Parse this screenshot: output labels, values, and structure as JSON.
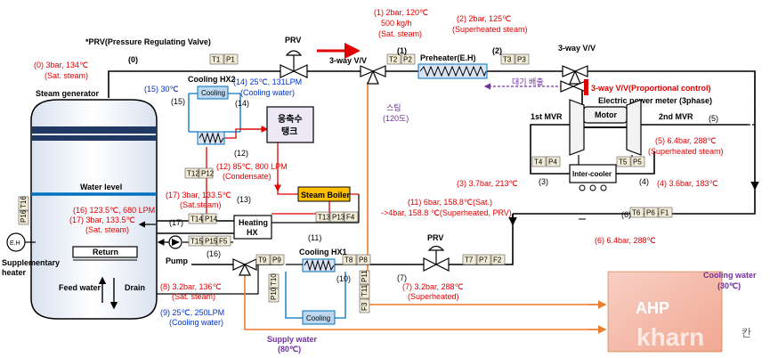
{
  "title": "*PRV(Pressure Regulating Valve)",
  "components": {
    "steam_generator": "Steam generator",
    "water_level": "Water level",
    "return": "Return",
    "eh": "E.H",
    "supplementary_heater": "Supplementary heater",
    "feed_water": "Feed water",
    "drain": "Drain",
    "pump": "Pump",
    "cooling_hx2": "Cooling HX2",
    "cooling_top": "Cooling",
    "condensate_tank_1": "응축수",
    "condensate_tank_2": "탱크",
    "steam_boiler": "Steam Boiler",
    "heating_hx_1": "Heating",
    "heating_hx_2": "HX",
    "cooling_hx1": "Cooling HX1",
    "cooling_bottom": "Cooling",
    "prv_top": "PRV",
    "prv_bottom": "PRV",
    "three_way_1": "3-way V/V",
    "three_way_2": "3-way V/V",
    "three_way_prop": "3-way V/V(Proportional control)",
    "preheater": "Preheater(E.H)",
    "power_meter": "Electric power meter (3phase)",
    "motor": "Motor",
    "first_mvr": "1st MVR",
    "second_mvr": "2nd MVR",
    "intercooler": "Inter-cooler",
    "exhaust": "대기 배출",
    "ahp": "AHP",
    "supply_water_1": "Supply water",
    "supply_water_2": "(80℃)",
    "cooling_water_1": "Cooling water",
    "cooling_water_2": "(30℃)",
    "steam_note_1": "스팀",
    "steam_note_2": "(120도)",
    "watermark": "kharn",
    "watermark_kan": "칸"
  },
  "states": {
    "s0_a": "(0) 3bar, 134℃",
    "s0_b": "(Sat. steam)",
    "s0_num": "(0)",
    "s1_a": "(1) 2bar, 120℃",
    "s1_b": "500 kg/h",
    "s1_c": "(Sat. steam)",
    "s1_num": "(1)",
    "s2_a": "(2) 2bar, 125℃",
    "s2_b": "(Superheated steam)",
    "s2_num": "(2)",
    "s3": "(3) 3.7bar, 213℃",
    "s3_num": "(3)",
    "s4": "(4) 3.6bar, 183℃",
    "s4_num": "(4)",
    "s5_a": "(5) 6.4bar, 288℃",
    "s5_b": "(Superheated steam)",
    "s5_num": "(5)",
    "s6": "(6) 6.4bar, 288℃",
    "s6_num": "(6)",
    "s7_a": "(7) 3.2bar, 288℃",
    "s7_b": "(Superheated)",
    "s7_num": "(7)",
    "s8_a": "(8) 3.2bar, 136℃",
    "s8_b": "(Sat. steam)",
    "s9_a": "(9) 25℃, 250LPM",
    "s9_b": "(Cooling water)",
    "s10_num": "(10)",
    "s11_a": "(11) 6bar, 158.8℃(Sat.)",
    "s11_b": "->4bar, 158.8 ℃(Superheated, PRV)",
    "s11_num": "(11)",
    "s12_a": "(12) 85℃, 800 LPM",
    "s12_b": "(Condensate)",
    "s12_num": "(12)",
    "s13_num": "(13)",
    "s14_a": "(14) 25℃, 131LPM",
    "s14_b": "(Cooling water)",
    "s14_num": "(14)",
    "s15_a": "(15) 30℃",
    "s15_num": "(15)",
    "s16_a": "(16) 123.5℃, 680 LPM",
    "s16_num": "(16)",
    "s17_a": "(17) 3bar, 133.5℃",
    "s17_b": "(Sat.steam)",
    "s17_num": "(17)",
    "s1617_a": "(16) 123.5℃, 680 LPM",
    "s1617_b": "(17) 3bar, 133.5℃",
    "s1617_c": "(Sat. steam)"
  },
  "sensors": {
    "T1": "T1",
    "P1": "P1",
    "T2": "T2",
    "P2": "P2",
    "T3": "T3",
    "P3": "P3",
    "T4": "T4",
    "P4": "P4",
    "T5": "T5",
    "P5": "P5",
    "T6": "T6",
    "P6": "P6",
    "F1": "F1",
    "T7": "T7",
    "P7": "P7",
    "F2": "F2",
    "T8": "T8",
    "P8": "P8",
    "T9": "T9",
    "P9": "P9",
    "T10": "T10",
    "P10": "P10",
    "P11": "P11",
    "T11": "T11",
    "F3": "F3",
    "T12": "T12",
    "P12": "P12",
    "T13": "T13",
    "P13": "P13",
    "F4": "F4",
    "T14": "T14",
    "P14": "P14",
    "T15": "T15",
    "P15": "P15",
    "F5": "F5",
    "T16": "T16",
    "P16": "P16"
  },
  "colors": {
    "steam_line": "#000000",
    "cooling_line": "#0070c0",
    "condensate_line": "#e00000",
    "supply_line": "#ed7d31",
    "ahp_fill": "#f4b8a8",
    "boiler_fill": "#ffc000",
    "tank_fill": "#ece8f6"
  }
}
